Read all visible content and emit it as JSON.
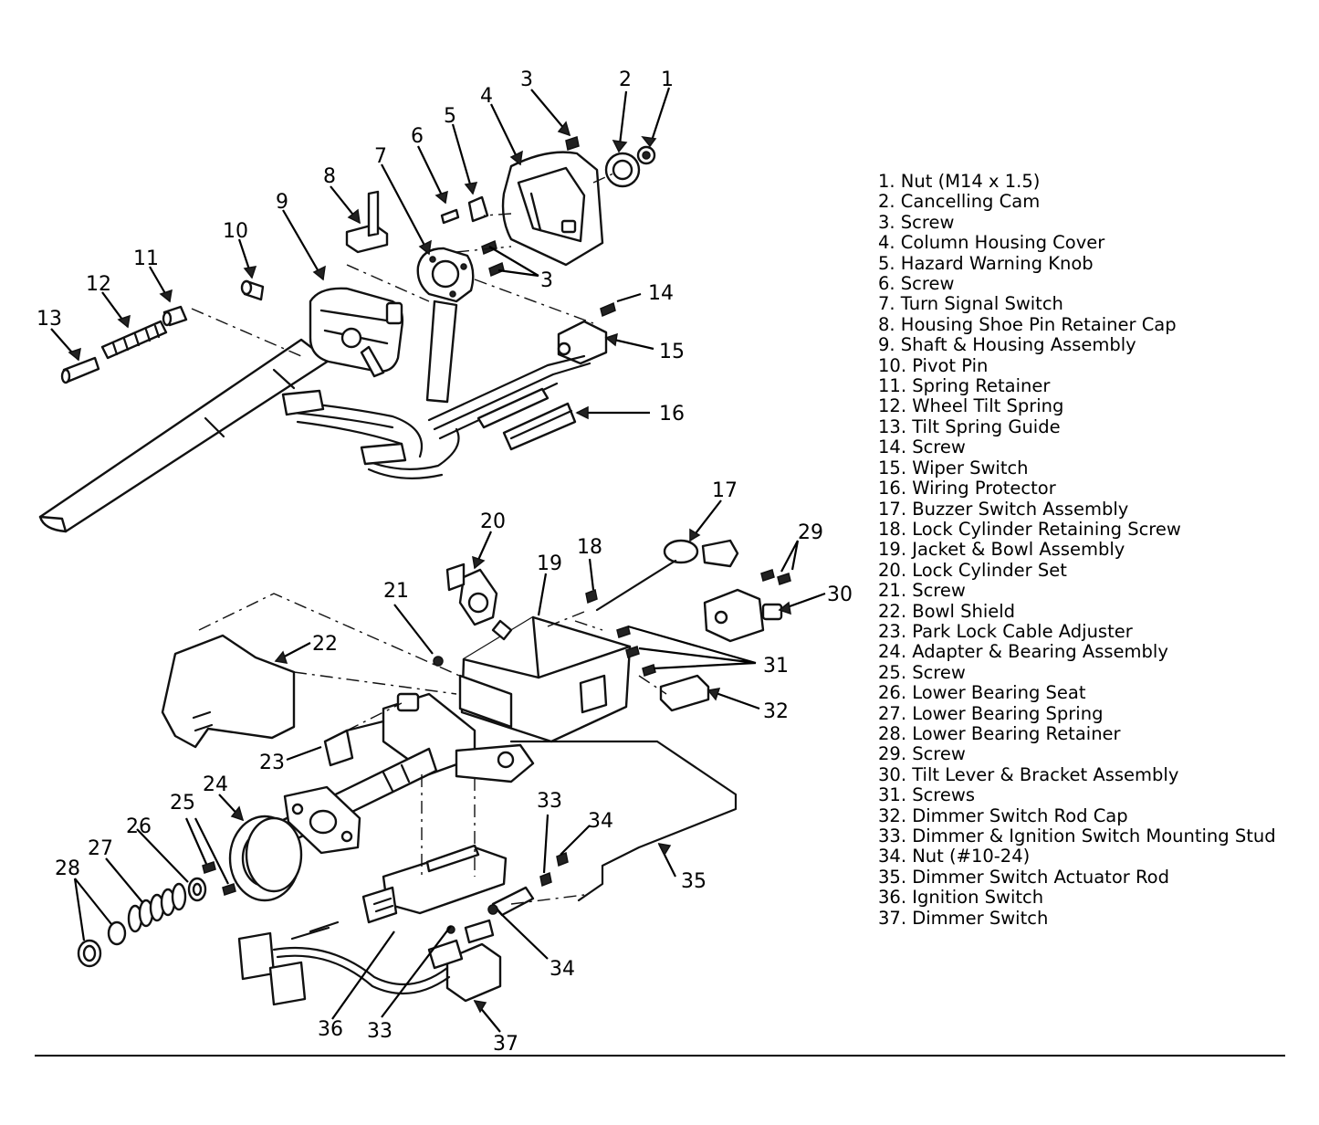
{
  "legend": {
    "items": [
      "1. Nut (M14 x 1.5)",
      "2. Cancelling Cam",
      "3. Screw",
      "4. Column Housing Cover",
      "5. Hazard Warning Knob",
      "6. Screw",
      "7. Turn Signal Switch",
      "8. Housing Shoe Pin Retainer Cap",
      "9. Shaft & Housing Assembly",
      "10. Pivot Pin",
      "11. Spring Retainer",
      "12. Wheel Tilt Spring",
      "13. Tilt Spring Guide",
      "14. Screw",
      "15. Wiper Switch",
      "16. Wiring Protector",
      "17. Buzzer Switch Assembly",
      "18. Lock Cylinder Retaining Screw",
      "19. Jacket & Bowl Assembly",
      "20. Lock Cylinder Set",
      "21. Screw",
      "22. Bowl Shield",
      "23. Park Lock Cable Adjuster",
      "24. Adapter & Bearing Assembly",
      "25. Screw",
      "26. Lower Bearing Seat",
      "27. Lower Bearing Spring",
      "28. Lower Bearing Retainer",
      "29. Screw",
      "30. Tilt Lever & Bracket Assembly",
      "31. Screws",
      "32. Dimmer Switch Rod Cap",
      "33. Dimmer & Ignition Switch Mounting Stud",
      "34. Nut (#10-24)",
      "35. Dimmer Switch Actuator Rod",
      "36. Ignition Switch",
      "37. Dimmer Switch"
    ]
  },
  "callouts": [
    "1",
    "2",
    "3",
    "3",
    "4",
    "5",
    "6",
    "7",
    "8",
    "9",
    "10",
    "11",
    "12",
    "13",
    "14",
    "15",
    "16",
    "17",
    "18",
    "19",
    "20",
    "21",
    "22",
    "23",
    "24",
    "25",
    "26",
    "27",
    "28",
    "29",
    "30",
    "31",
    "32",
    "33",
    "33",
    "34",
    "34",
    "35",
    "36",
    "37"
  ]
}
